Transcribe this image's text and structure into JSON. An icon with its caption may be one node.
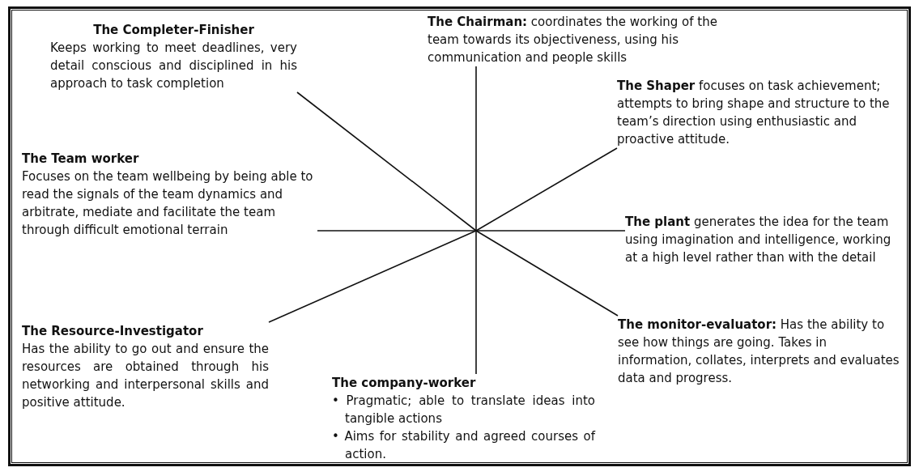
{
  "diagram": {
    "nodes": [
      {
        "text": [
          "The Completer-Finisher",
          "Keeps working to meet deadlines, very detail conscious and disciplined in his approach to task completion"
        ]
      },
      {
        "text": [
          "**The Chairman:** coordinates the working of the team towards its objectiveness, using his communication and people skills"
        ]
      },
      {
        "text": [
          "**The Shaper** focuses on task achievement; attempts to bring shape and structure to the team’s direction using enthusiastic and proactive attitude."
        ]
      },
      {
        "text": [
          "The Team worker",
          "Focuses on the team wellbeing by being able to read the signals of the team dynamics and arbitrate, mediate and facilitate the team through difficult emotional terrain"
        ]
      },
      {
        "text": [
          "**The plant** generates the idea for the team using imagination and intelligence, working at a high level rather than with the detail"
        ]
      },
      {
        "text": [
          "The Resource-Investigator",
          "Has the ability to go out and ensure the resources are obtained through his networking and interpersonal skills and positive attitude."
        ]
      },
      {
        "text": [
          "The company-worker",
          "• Pragmatic; able to translate ideas into tangible actions",
          "• Aims for stability and agreed courses of action."
        ]
      },
      {
        "text": [
          "**The monitor-evaluator:** Has the ability to see how things are going. Takes in information, collates, interprets and evaluates data and progress."
        ]
      }
    ],
    "edges": [
      {
        "from": null,
        "to": 0,
        "arrow": "none"
      },
      {
        "from": null,
        "to": 1,
        "arrow": "none"
      },
      {
        "from": null,
        "to": 2,
        "arrow": "none"
      },
      {
        "from": null,
        "to": 3,
        "arrow": "none"
      },
      {
        "from": null,
        "to": 4,
        "arrow": "none"
      },
      {
        "from": null,
        "to": 5,
        "arrow": "none"
      },
      {
        "from": null,
        "to": 6,
        "arrow": "none"
      },
      {
        "from": null,
        "to": 7,
        "arrow": "none"
      }
    ]
  }
}
